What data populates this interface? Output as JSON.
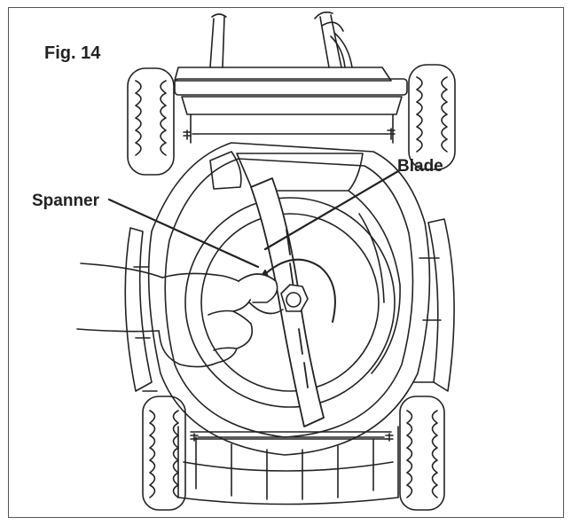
{
  "figure": {
    "label": "Fig. 14"
  },
  "callouts": {
    "blade": "Blade",
    "spanner": "Spanner"
  },
  "colors": {
    "ink": "#222222",
    "frame": "#555555",
    "background": "#ffffff"
  }
}
